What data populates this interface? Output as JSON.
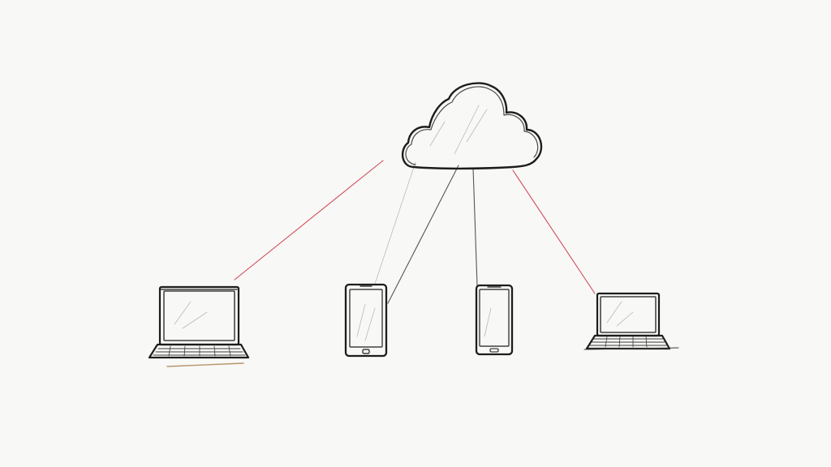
{
  "diagram": {
    "description_nodes": [
      {
        "id": "cloud",
        "icon": "cloud-icon"
      },
      {
        "id": "laptop-left",
        "icon": "laptop-icon"
      },
      {
        "id": "phone-left",
        "icon": "smartphone-icon"
      },
      {
        "id": "phone-right",
        "icon": "smartphone-icon"
      },
      {
        "id": "laptop-right",
        "icon": "laptop-icon"
      }
    ],
    "edges": [
      {
        "from": "cloud",
        "to": "laptop-left",
        "color": "#d04a5a"
      },
      {
        "from": "cloud",
        "to": "phone-left",
        "color": "#555555"
      },
      {
        "from": "cloud",
        "to": "phone-right",
        "color": "#555555"
      },
      {
        "from": "cloud",
        "to": "laptop-right",
        "color": "#d04a5a"
      }
    ],
    "colors": {
      "ink": "#1d1d1d",
      "accent_line": "#d04a5a",
      "neutral_line": "#555555",
      "background": "#f8f8f6"
    }
  }
}
